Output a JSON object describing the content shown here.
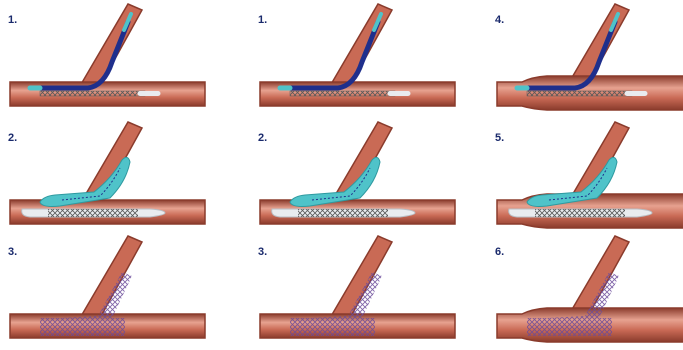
{
  "colors": {
    "vessel": "#c96a55",
    "vessel_edge": "#8a3b2c",
    "vessel_highlight": "#e7a290",
    "guide_blue": "#1f2f8c",
    "balloon_cyan": "#4fc3c9",
    "balloon_white": "#e9ecef",
    "stent_mesh": "#5a5a5a",
    "stent_purple": "#6a4a9a",
    "label": "#1a2a6c"
  },
  "panels": [
    {
      "label": "1.",
      "icon": "vessel-wire-placement"
    },
    {
      "label": "1.",
      "icon": "vessel-wire-placement"
    },
    {
      "label": "4.",
      "icon": "vessel-flared-wire"
    },
    {
      "label": "2.",
      "icon": "vessel-balloon-inflation"
    },
    {
      "label": "2.",
      "icon": "vessel-balloon-inflation"
    },
    {
      "label": "5.",
      "icon": "vessel-kissing-balloon"
    },
    {
      "label": "3.",
      "icon": "vessel-stent-deployed"
    },
    {
      "label": "3.",
      "icon": "vessel-stent-deployed"
    },
    {
      "label": "6.",
      "icon": "vessel-final-stent"
    }
  ]
}
